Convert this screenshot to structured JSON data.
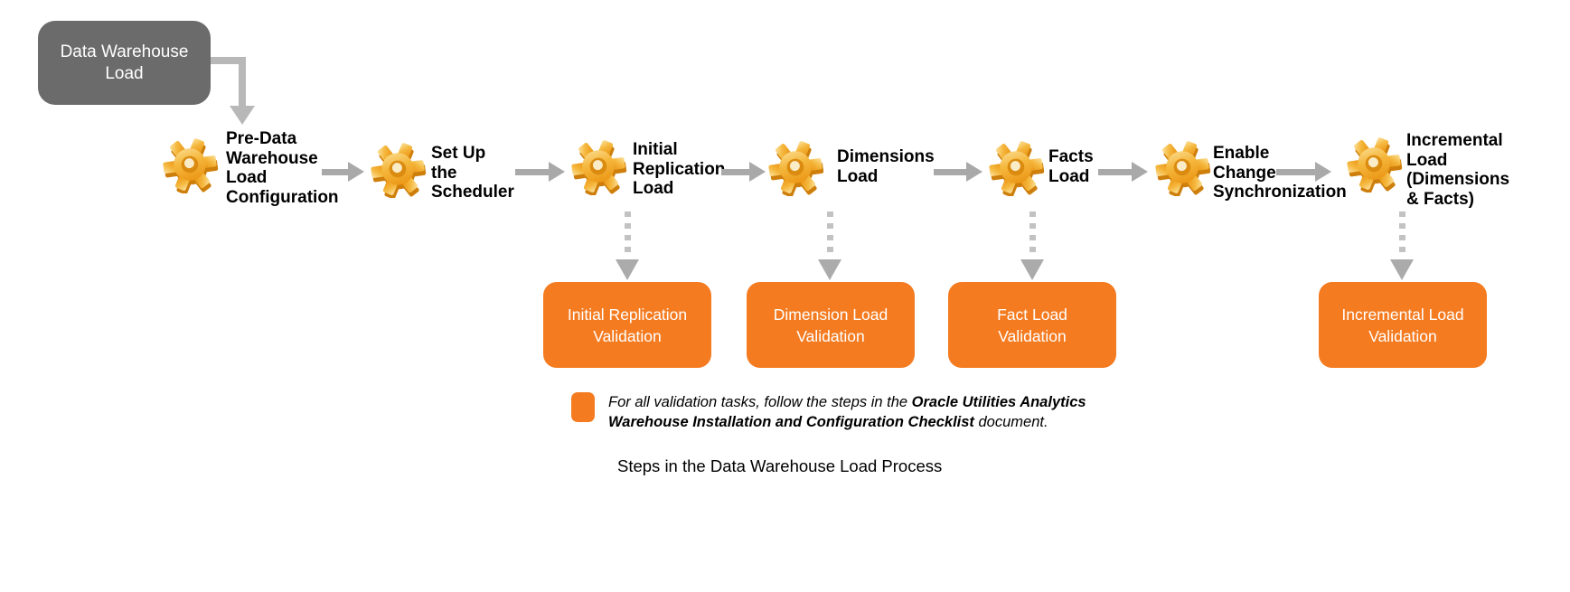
{
  "diagram": {
    "start_node": {
      "label": "Data Warehouse\nLoad"
    },
    "steps": [
      {
        "label": "Pre-Data\nWarehouse\nLoad\nConfiguration"
      },
      {
        "label": "Set Up\nthe\nScheduler"
      },
      {
        "label": "Initial\nReplication\nLoad"
      },
      {
        "label": "Dimensions\nLoad"
      },
      {
        "label": "Facts\nLoad"
      },
      {
        "label": "Enable\nChange\nSynchronization"
      },
      {
        "label": "Incremental\nLoad\n(Dimensions\n& Facts)"
      }
    ],
    "validations": [
      {
        "label": "Initial Replication\nValidation"
      },
      {
        "label": "Dimension Load\nValidation"
      },
      {
        "label": "Fact Load\nValidation"
      },
      {
        "label": "Incremental Load\nValidation"
      }
    ],
    "legend": {
      "line1_regular": "For all validation tasks, follow the steps in the ",
      "line1_bold": "Oracle Utilities Analytics",
      "line2_bold": "Warehouse Installation and Configuration Checklist",
      "line2_regular": " document."
    },
    "caption": "Steps in the Data Warehouse Load Process",
    "colors": {
      "orange": "#F47B20",
      "gray_node": "#6B6B6B",
      "arrow_gray": "#A9A9A9",
      "dashed_arrow_gray": "#C2C2C2",
      "gear_gold_light": "#FCE3A0",
      "gear_gold_mid": "#F5B83E",
      "gear_gold_dark": "#EA9210"
    }
  }
}
